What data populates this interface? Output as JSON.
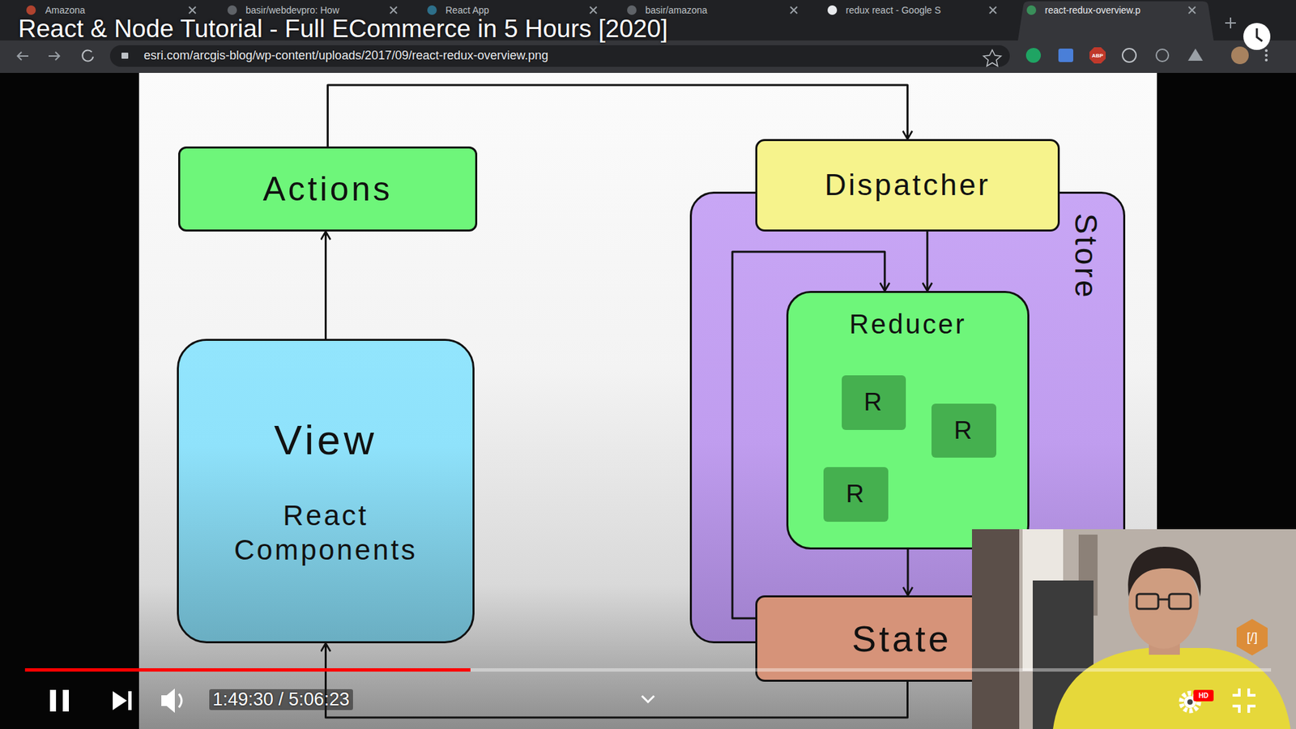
{
  "diagram": {
    "title": "React & Node Tutorial - Full ECommerce in 5 Hours [2020]",
    "nodes": [
      {
        "text": [
          "Actions"
        ]
      },
      {
        "text": [
          "Store"
        ]
      },
      {
        "text": [
          "Dispatcher"
        ],
        "in": 1
      },
      {
        "text": [
          "Reducer"
        ],
        "in": 1
      },
      {
        "text": [
          "R"
        ],
        "in": 3
      },
      {
        "text": [
          "R"
        ],
        "in": 3
      },
      {
        "text": [
          "R"
        ],
        "in": 3
      },
      {
        "text": [
          "View",
          "React Components"
        ]
      },
      {
        "text": [
          "State"
        ],
        "in": 1
      }
    ],
    "edges": [
      {
        "from": 7,
        "to": 0,
        "arrow": "to"
      },
      {
        "from": 0,
        "to": 2,
        "arrow": "to"
      },
      {
        "from": 2,
        "to": 3,
        "arrow": "to"
      },
      {
        "from": 3,
        "to": 8,
        "arrow": "to"
      },
      {
        "from": 8,
        "to": 3,
        "arrow": "to"
      },
      {
        "from": 8,
        "to": 7,
        "arrow": "to"
      }
    ],
    "labels": [
      "Amazona",
      "basir/webdevpro: How",
      "React App",
      "basir/amazona",
      "redux react - Google S",
      "react-redux-overview.p",
      "esri.com/arcgis-blog/wp-content/uploads/2017/09/react-redux-overview.png",
      "ABP",
      "1:49:30 / 5:06:23",
      "HD",
      "[/]"
    ]
  }
}
